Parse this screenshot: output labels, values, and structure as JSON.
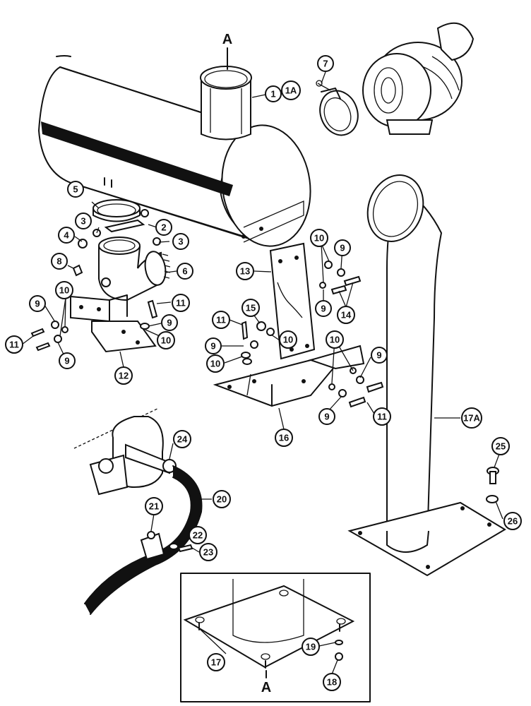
{
  "view_labels": {
    "top": "A",
    "bottom": "A"
  },
  "callouts": [
    {
      "id": "c1",
      "label": "1"
    },
    {
      "id": "c1a",
      "label": "1A"
    },
    {
      "id": "c2",
      "label": "2"
    },
    {
      "id": "c3a",
      "label": "3"
    },
    {
      "id": "c3b",
      "label": "3"
    },
    {
      "id": "c4",
      "label": "4"
    },
    {
      "id": "c5",
      "label": "5"
    },
    {
      "id": "c6",
      "label": "6"
    },
    {
      "id": "c7",
      "label": "7"
    },
    {
      "id": "c8",
      "label": "8"
    },
    {
      "id": "c9a",
      "label": "9"
    },
    {
      "id": "c9b",
      "label": "9"
    },
    {
      "id": "c9c",
      "label": "9"
    },
    {
      "id": "c9d",
      "label": "9"
    },
    {
      "id": "c9e",
      "label": "9"
    },
    {
      "id": "c9f",
      "label": "9"
    },
    {
      "id": "c9g",
      "label": "9"
    },
    {
      "id": "c9h",
      "label": "9"
    },
    {
      "id": "c10a",
      "label": "10"
    },
    {
      "id": "c10b",
      "label": "10"
    },
    {
      "id": "c10c",
      "label": "10"
    },
    {
      "id": "c10d",
      "label": "10"
    },
    {
      "id": "c10e",
      "label": "10"
    },
    {
      "id": "c10f",
      "label": "10"
    },
    {
      "id": "c11a",
      "label": "11"
    },
    {
      "id": "c11b",
      "label": "11"
    },
    {
      "id": "c11c",
      "label": "11"
    },
    {
      "id": "c11d",
      "label": "11"
    },
    {
      "id": "c12",
      "label": "12"
    },
    {
      "id": "c13",
      "label": "13"
    },
    {
      "id": "c14",
      "label": "14"
    },
    {
      "id": "c15",
      "label": "15"
    },
    {
      "id": "c16",
      "label": "16"
    },
    {
      "id": "c17",
      "label": "17"
    },
    {
      "id": "c17a",
      "label": "17A"
    },
    {
      "id": "c18",
      "label": "18"
    },
    {
      "id": "c19",
      "label": "19"
    },
    {
      "id": "c20",
      "label": "20"
    },
    {
      "id": "c21",
      "label": "21"
    },
    {
      "id": "c22",
      "label": "22"
    },
    {
      "id": "c23",
      "label": "23"
    },
    {
      "id": "c24",
      "label": "24"
    },
    {
      "id": "c25",
      "label": "25"
    },
    {
      "id": "c26",
      "label": "26"
    }
  ]
}
